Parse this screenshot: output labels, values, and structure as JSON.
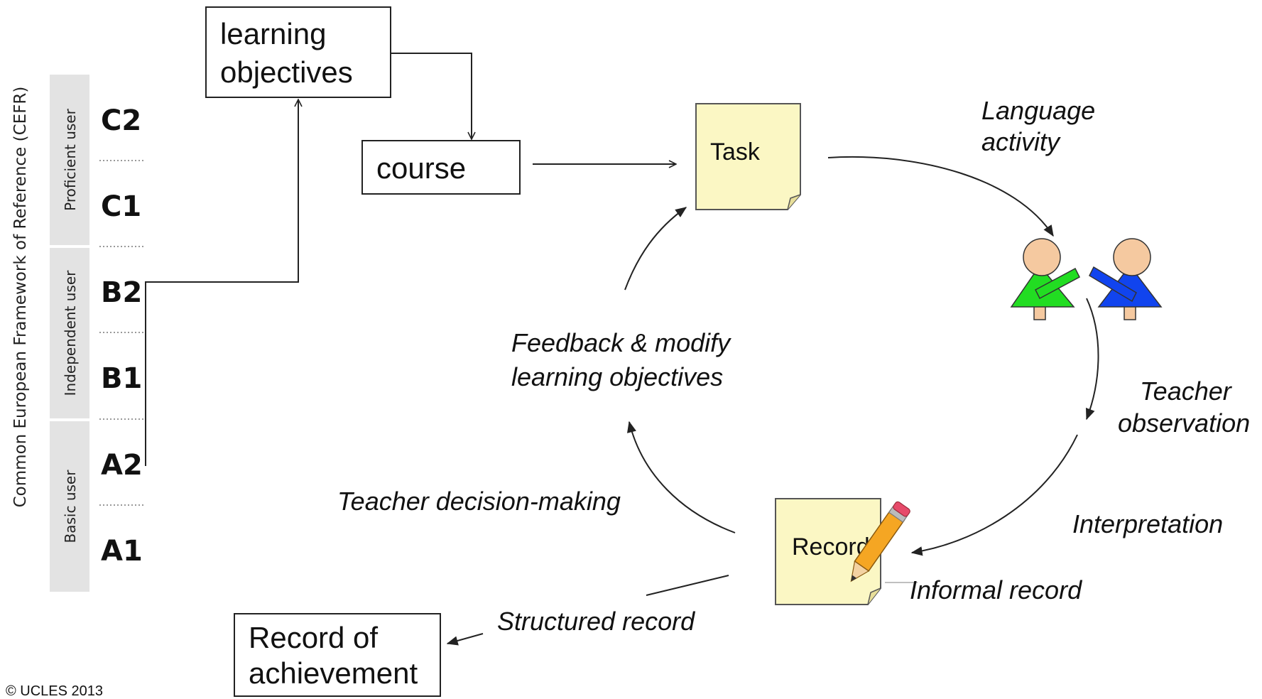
{
  "cefr": {
    "title": "Common European Framework of Reference (CEFR)",
    "bands": [
      {
        "label": "Proficient  user"
      },
      {
        "label": "Independent  user"
      },
      {
        "label": "Basic user"
      }
    ],
    "levels": [
      "C2",
      "C1",
      "B2",
      "B1",
      "A2",
      "A1"
    ]
  },
  "boxes": {
    "learning_objectives": [
      "learning",
      "objectives"
    ],
    "course": "course",
    "record_of_achievement": [
      "Record of",
      "achievement"
    ]
  },
  "notes": {
    "task": "Task",
    "record": "Record"
  },
  "labels": {
    "language_activity": [
      "Language",
      "activity"
    ],
    "teacher_observation": [
      "Teacher",
      "observation"
    ],
    "interpretation": "Interpretation",
    "informal_record": "Informal record",
    "structured_record": "Structured record",
    "teacher_decision_making": "Teacher decision-making",
    "feedback": [
      "Feedback & modify",
      "learning objectives"
    ]
  },
  "colors": {
    "note_fill": "#FBF7C4",
    "band_gray": "#E3E3E3",
    "learner_green": "#22DD22",
    "learner_blue": "#1144EE",
    "skin": "#F5C9A0"
  },
  "copyright": "© UCLES 2013"
}
